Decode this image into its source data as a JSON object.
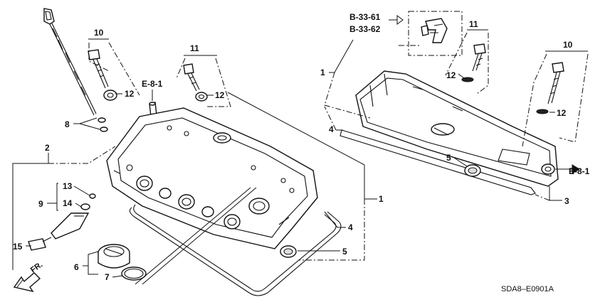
{
  "diagram": {
    "code": "SDA8–E0901A",
    "direction": "FR.",
    "refs": {
      "b33_61": "B-33-61",
      "b33_62": "B-33-62",
      "e81_left": "E-8-1",
      "e81_right": "E-8-1"
    },
    "callouts": {
      "p1_left": "1",
      "p1_right": "1",
      "p2": "2",
      "p3": "3",
      "p4_left": "4",
      "p4_right": "4",
      "p5_left": "5",
      "p5_right": "5",
      "p6": "6",
      "p7": "7",
      "p8": "8",
      "p9": "9",
      "p10_left": "10",
      "p10_right": "10",
      "p11_left": "11",
      "p11_right": "11",
      "p12_a": "12",
      "p12_b": "12",
      "p12_c": "12",
      "p12_d": "12",
      "p13": "13",
      "p14": "14",
      "p15": "15"
    }
  }
}
